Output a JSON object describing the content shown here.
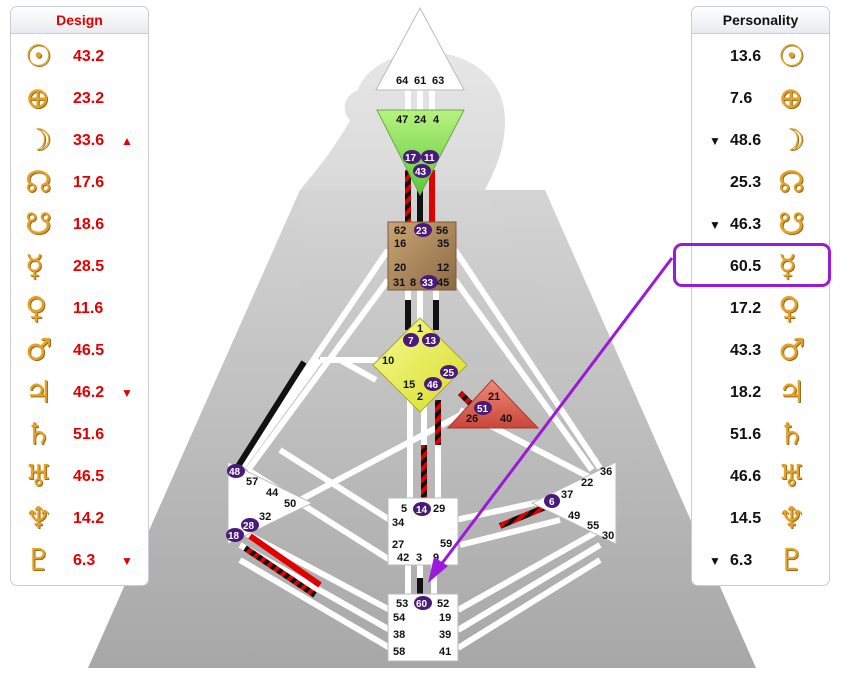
{
  "design": {
    "title": "Design",
    "rows": [
      {
        "icon": "sun-icon",
        "glyph": "☉",
        "value": "43.2",
        "marker": ""
      },
      {
        "icon": "earth-icon",
        "glyph": "⊕",
        "value": "23.2",
        "marker": ""
      },
      {
        "icon": "moon-icon",
        "glyph": "☽",
        "value": "33.6",
        "marker": "▲"
      },
      {
        "icon": "north-node-icon",
        "glyph": "☊",
        "value": "17.6",
        "marker": ""
      },
      {
        "icon": "south-node-icon",
        "glyph": "☋",
        "value": "18.6",
        "marker": ""
      },
      {
        "icon": "mercury-icon",
        "glyph": "☿",
        "value": "28.5",
        "marker": ""
      },
      {
        "icon": "venus-icon",
        "glyph": "♀",
        "value": "11.6",
        "marker": ""
      },
      {
        "icon": "mars-icon",
        "glyph": "♂",
        "value": "46.5",
        "marker": ""
      },
      {
        "icon": "jupiter-icon",
        "glyph": "♃",
        "value": "46.2",
        "marker": "▼"
      },
      {
        "icon": "saturn-icon",
        "glyph": "♄",
        "value": "51.6",
        "marker": ""
      },
      {
        "icon": "uranus-icon",
        "glyph": "♅",
        "value": "46.5",
        "marker": ""
      },
      {
        "icon": "neptune-icon",
        "glyph": "♆",
        "value": "14.2",
        "marker": ""
      },
      {
        "icon": "pluto-icon",
        "glyph": "♇",
        "value": "6.3",
        "marker": "▼"
      }
    ]
  },
  "personality": {
    "title": "Personality",
    "rows": [
      {
        "icon": "sun-icon",
        "glyph": "☉",
        "value": "13.6",
        "marker": ""
      },
      {
        "icon": "earth-icon",
        "glyph": "⊕",
        "value": "7.6",
        "marker": ""
      },
      {
        "icon": "moon-icon",
        "glyph": "☽",
        "value": "48.6",
        "marker": "▼"
      },
      {
        "icon": "north-node-icon",
        "glyph": "☊",
        "value": "25.3",
        "marker": ""
      },
      {
        "icon": "south-node-icon",
        "glyph": "☋",
        "value": "46.3",
        "marker": "▼"
      },
      {
        "icon": "mercury-icon",
        "glyph": "☿",
        "value": "60.5",
        "marker": ""
      },
      {
        "icon": "venus-icon",
        "glyph": "♀",
        "value": "17.2",
        "marker": ""
      },
      {
        "icon": "mars-icon",
        "glyph": "♂",
        "value": "43.3",
        "marker": ""
      },
      {
        "icon": "jupiter-icon",
        "glyph": "♃",
        "value": "18.2",
        "marker": ""
      },
      {
        "icon": "saturn-icon",
        "glyph": "♄",
        "value": "51.6",
        "marker": ""
      },
      {
        "icon": "uranus-icon",
        "glyph": "♅",
        "value": "46.6",
        "marker": ""
      },
      {
        "icon": "neptune-icon",
        "glyph": "♆",
        "value": "14.5",
        "marker": ""
      },
      {
        "icon": "pluto-icon",
        "glyph": "♇",
        "value": "6.3",
        "marker": "▼"
      }
    ]
  },
  "bodygraph": {
    "head": {
      "gates": [
        "64",
        "61",
        "63"
      ]
    },
    "ajna": {
      "gates": [
        "47",
        "24",
        "4",
        "17",
        "11",
        "43"
      ]
    },
    "throat": {
      "gates": [
        "62",
        "23",
        "56",
        "16",
        "35",
        "20",
        "12",
        "31",
        "8",
        "33",
        "45"
      ]
    },
    "g_center": {
      "gates": [
        "1",
        "7",
        "13",
        "10",
        "15",
        "46",
        "25",
        "2"
      ]
    },
    "heart": {
      "gates": [
        "21",
        "51",
        "26",
        "40"
      ]
    },
    "spleen": {
      "gates": [
        "48",
        "57",
        "44",
        "50",
        "32",
        "28",
        "18"
      ]
    },
    "solar_plexus": {
      "gates": [
        "36",
        "22",
        "6",
        "37",
        "49",
        "55",
        "30"
      ]
    },
    "sacral": {
      "gates": [
        "5",
        "14",
        "29",
        "34",
        "27",
        "59",
        "42",
        "3",
        "9"
      ]
    },
    "root": {
      "gates": [
        "53",
        "60",
        "52",
        "54",
        "19",
        "38",
        "39",
        "58",
        "41"
      ]
    },
    "active_gates": [
      "17",
      "11",
      "43",
      "23",
      "33",
      "7",
      "13",
      "46",
      "25",
      "51",
      "48",
      "28",
      "18",
      "6",
      "14",
      "60"
    ],
    "colors": {
      "accent_highlight": "#9a1ad8",
      "design_red": "#e00000",
      "ajna_green": "#8fe35b",
      "throat_brown": "#b48a5a",
      "g_yellow": "#eef25a",
      "heart_red": "#d9574a",
      "gate_marker": "#4a1a7a"
    }
  }
}
